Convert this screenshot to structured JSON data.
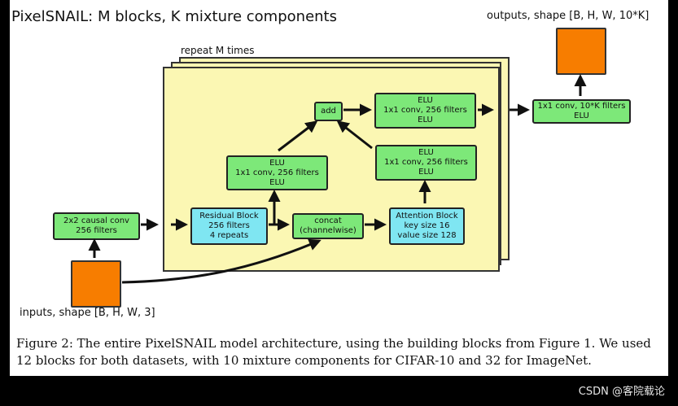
{
  "title": "PixelSNAIL: M blocks, K mixture components",
  "outputs_label": "outputs, shape [B, H, W, 10*K]",
  "inputs_label": "inputs, shape [B, H, W, 3]",
  "repeat_label": "repeat M times",
  "boxes": {
    "causal_conv": "2x2 causal conv\n256 filters",
    "residual": "Residual Block\n256 filters\n4 repeats",
    "concat": "concat\n(channelwise)",
    "attention": "Attention Block\nkey size 16\nvalue size 128",
    "elu_left": "ELU\n1x1 conv, 256 filters\nELU",
    "add": "add",
    "elu_top": "ELU\n1x1 conv, 256 filters\nELU",
    "elu_right": "ELU\n1x1 conv, 256 filters\nELU",
    "final_conv": "1x1 conv, 10*K filters\nELU"
  },
  "caption": "Figure 2:  The entire PixelSNAIL model architecture, using the building blocks from Figure 1. We used 12 blocks for both datasets, with 10 mixture components for CIFAR-10 and 32 for ImageNet.",
  "watermark": "CSDN @客院载论",
  "colors": {
    "green_box": "#7de879",
    "cyan_box": "#7fe6f2",
    "orange_block": "#f77d00",
    "panel": "#fbf7b3"
  }
}
